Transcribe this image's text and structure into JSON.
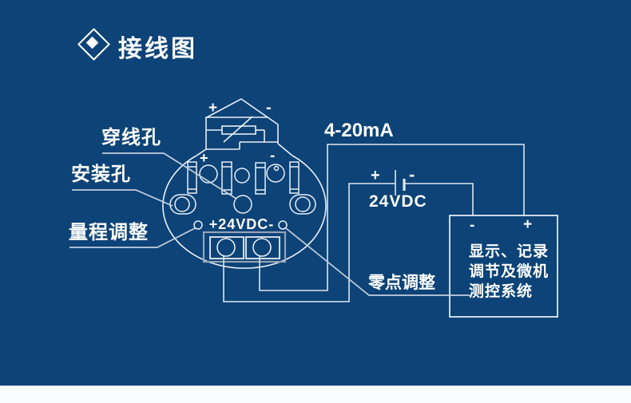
{
  "colors": {
    "background": "#0d4377",
    "line": "#e9eef6",
    "leader_line": "#c2cfdf",
    "terminal_block_gray": "#93a3b6",
    "text": "#ffffff",
    "footer": "#fbfcfd"
  },
  "header": {
    "title": "接线图"
  },
  "transmitter": {
    "terminal_label": "+24VDC-",
    "sensor_plus": "+",
    "sensor_minus": "-",
    "input_plus": "+",
    "input_minus": "-",
    "labels": {
      "cable_hole": "穿线孔",
      "mounting_hole": "安装孔",
      "span_adjust": "量程调整",
      "zero_adjust": "零点调整"
    }
  },
  "circuit": {
    "loop_label": "4-20mA",
    "supply_label": "24VDC",
    "battery_plus": "+",
    "battery_minus": "-"
  },
  "instrument_box": {
    "terminal_minus": "-",
    "terminal_plus": "+",
    "lines": [
      "显示、记录",
      "调节及微机",
      "测控系统"
    ]
  }
}
